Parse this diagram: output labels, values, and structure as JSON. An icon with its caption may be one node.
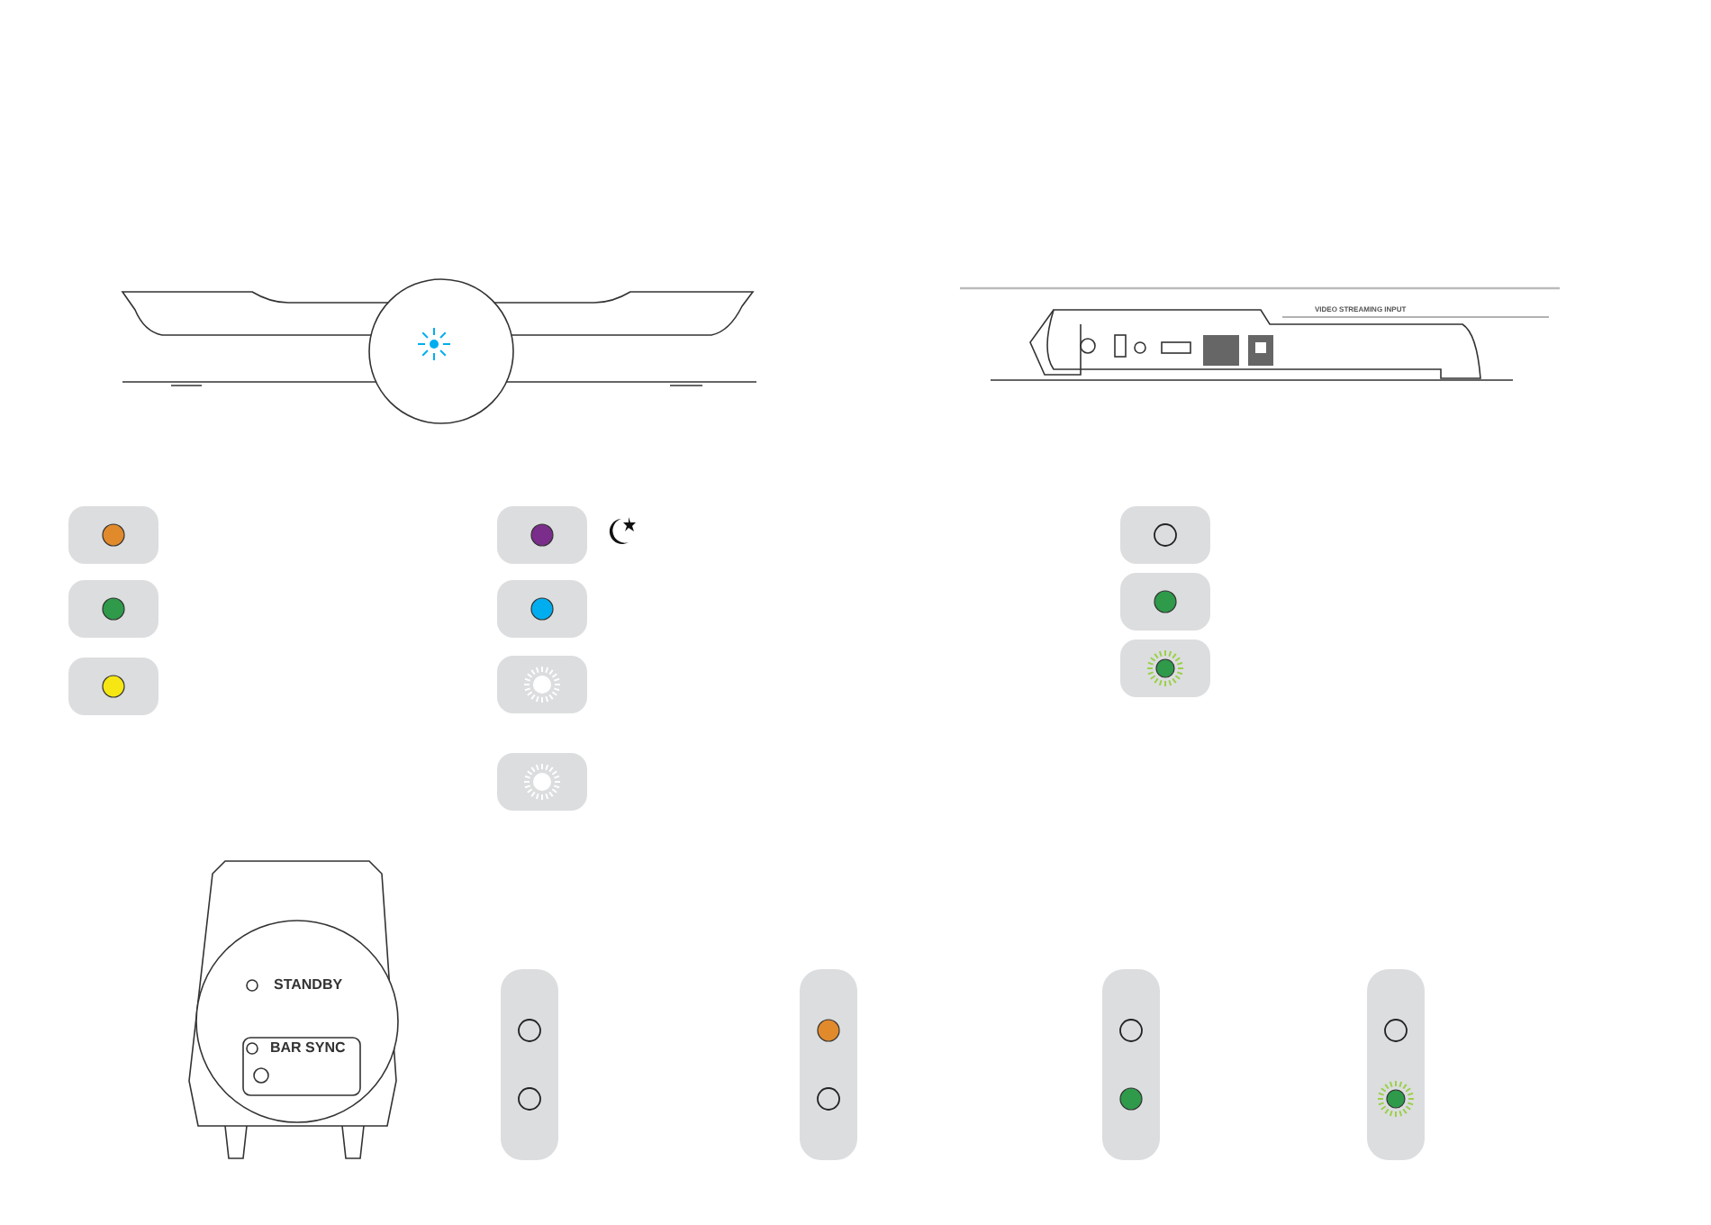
{
  "diagram": {
    "labels": [
      "VIDEO STREAMING INPUT",
      "STANDBY",
      "BAR SYNC"
    ]
  }
}
